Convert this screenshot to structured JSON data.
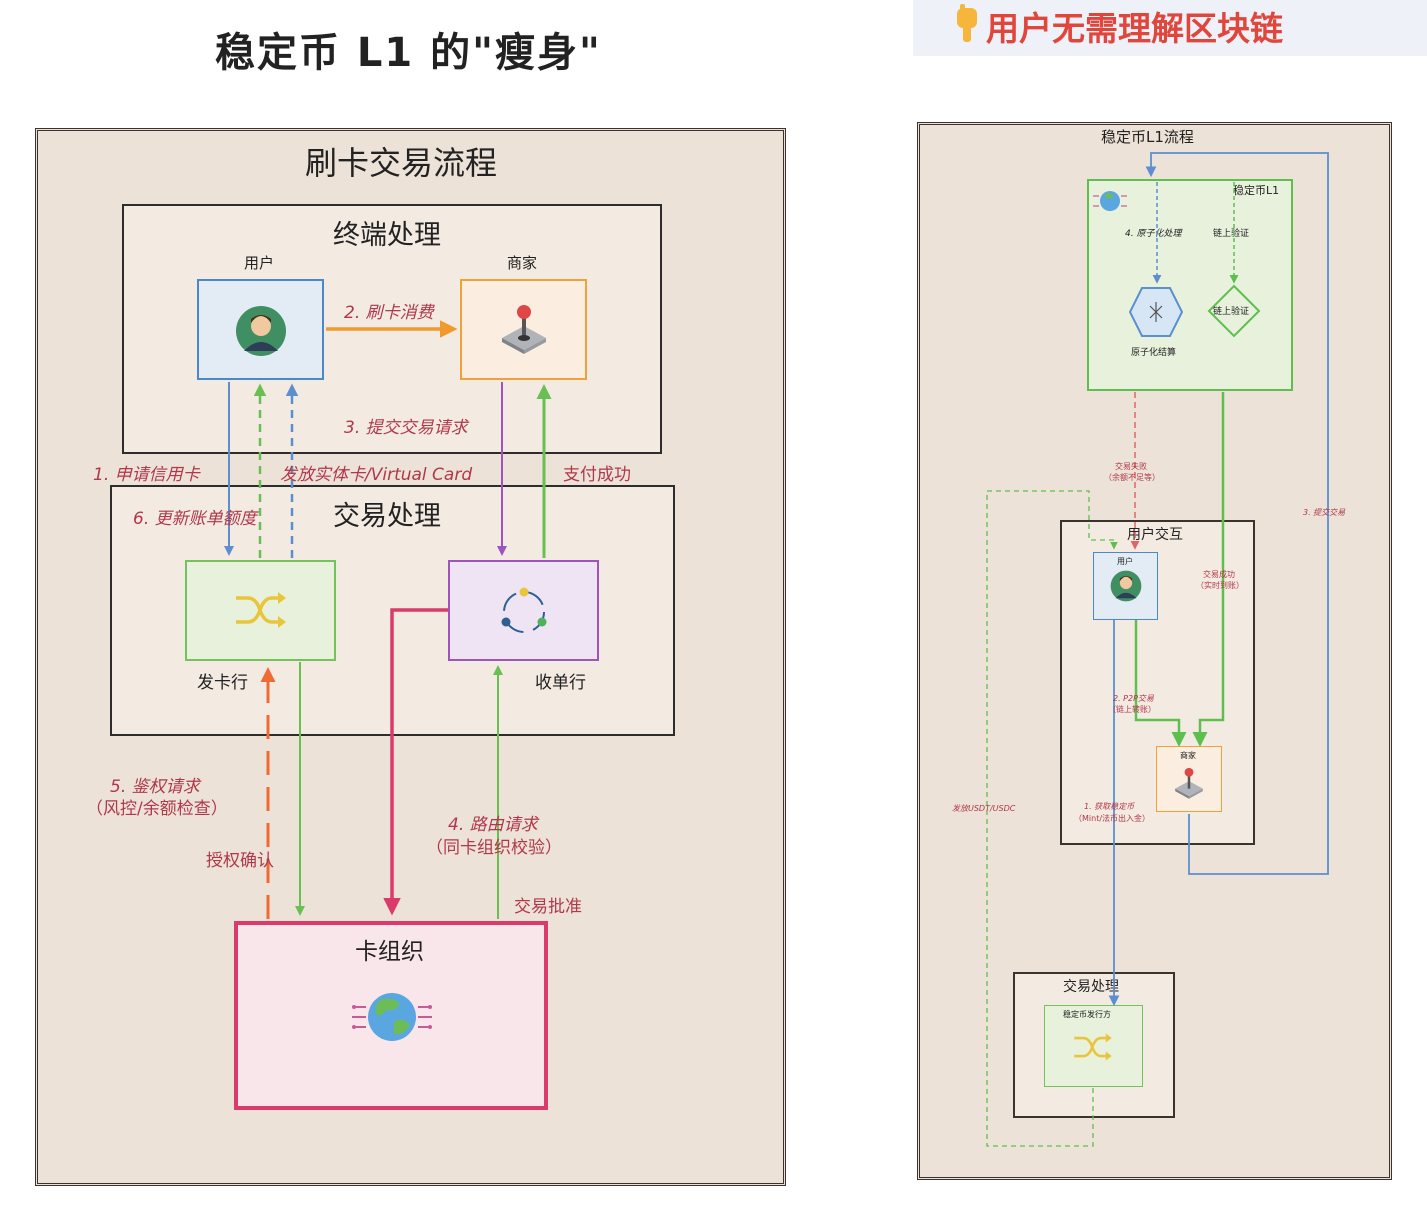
{
  "header": {
    "title": "稳定币 L1 的\"瘦身\"",
    "callout": "用户无需理解区块链"
  },
  "card_flow": {
    "title": "刷卡交易流程",
    "terminal_group": "终端处理",
    "transaction_group": "交易处理",
    "user": "用户",
    "merchant": "商家",
    "issuer": "发卡行",
    "acquirer": "收单行",
    "network": "卡组织",
    "edges": {
      "e1": "1. 申请信用卡",
      "e2": "2. 刷卡消费",
      "e3": "3. 提交交易请求",
      "e4a": "4. 路由请求",
      "e4b": "（同卡组织校验）",
      "e5a": "5. 鉴权请求",
      "e5b": "（风控/余额检查）",
      "e6": "6. 更新账单额度",
      "issue_card": "发放实体卡/Virtual Card",
      "pay_success": "支付成功",
      "auth_confirm": "授权确认",
      "tx_approved": "交易批准"
    }
  },
  "stable_flow": {
    "title": "稳定币L1流程",
    "l1_group": "稳定币L1",
    "atomic_label": "4. 原子化处理",
    "onchain_label": "链上验证",
    "atomic_node": "原子化结算",
    "onchain_node": "链上验证",
    "fail_a": "交易失败",
    "fail_b": "（余额不足等）",
    "submit": "3. 提交交易",
    "user_group": "用户交互",
    "user": "用户",
    "success_a": "交易成功",
    "success_b": "（实时到账）",
    "p2p_a": "2. P2P交易",
    "p2p_b": "（链上转账）",
    "merchant": "商家",
    "get_a": "1. 获取稳定币",
    "get_b": "（Mint/法币出入金）",
    "issue_usdt": "发放USDT/USDC",
    "tx_group": "交易处理",
    "issuer": "稳定币发行方"
  }
}
